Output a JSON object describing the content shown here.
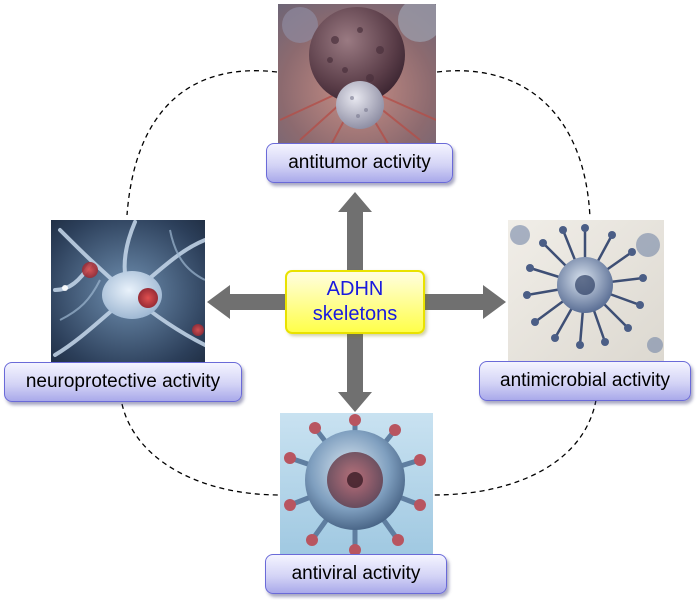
{
  "center": {
    "line1": "ADHN",
    "line2": "skeletons"
  },
  "activities": {
    "top": "antitumor activity",
    "left": "neuroprotective activity",
    "right": "antimicrobial activity",
    "bottom": "antiviral activity"
  },
  "images": {
    "top": "tumor-cell-illustration",
    "left": "neuron-illustration",
    "right": "microbe-illustration",
    "bottom": "virus-illustration"
  },
  "colors": {
    "center_text": "#1a1adf",
    "center_fill": "#ffff4a",
    "label_fill": "#c8c8f2",
    "label_border": "#6a6ad8",
    "arrow": "#707070"
  }
}
